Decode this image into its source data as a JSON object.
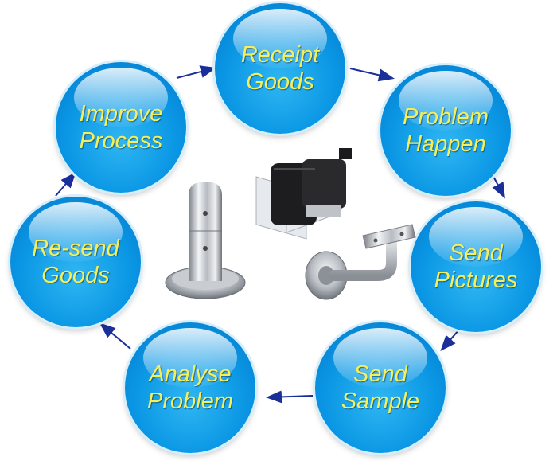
{
  "diagram": {
    "steps": [
      {
        "line1": "Receipt",
        "line2": "Goods"
      },
      {
        "line1": "Problem",
        "line2": "Happen"
      },
      {
        "line1": "Send",
        "line2": "Pictures"
      },
      {
        "line1": "Send",
        "line2": "Sample"
      },
      {
        "line1": "Analyse",
        "line2": "Problem"
      },
      {
        "line1": "Re-send",
        "line2": "Goods"
      },
      {
        "line1": "Improve",
        "line2": "Process"
      }
    ]
  },
  "colors": {
    "node_blue": "#0a96e4",
    "label_yellow": "#f4ef5a",
    "arrow_navy": "#1a2f9a"
  },
  "products": [
    "glass-spigot",
    "glass-door-hinge-clamp",
    "handrail-bracket"
  ]
}
